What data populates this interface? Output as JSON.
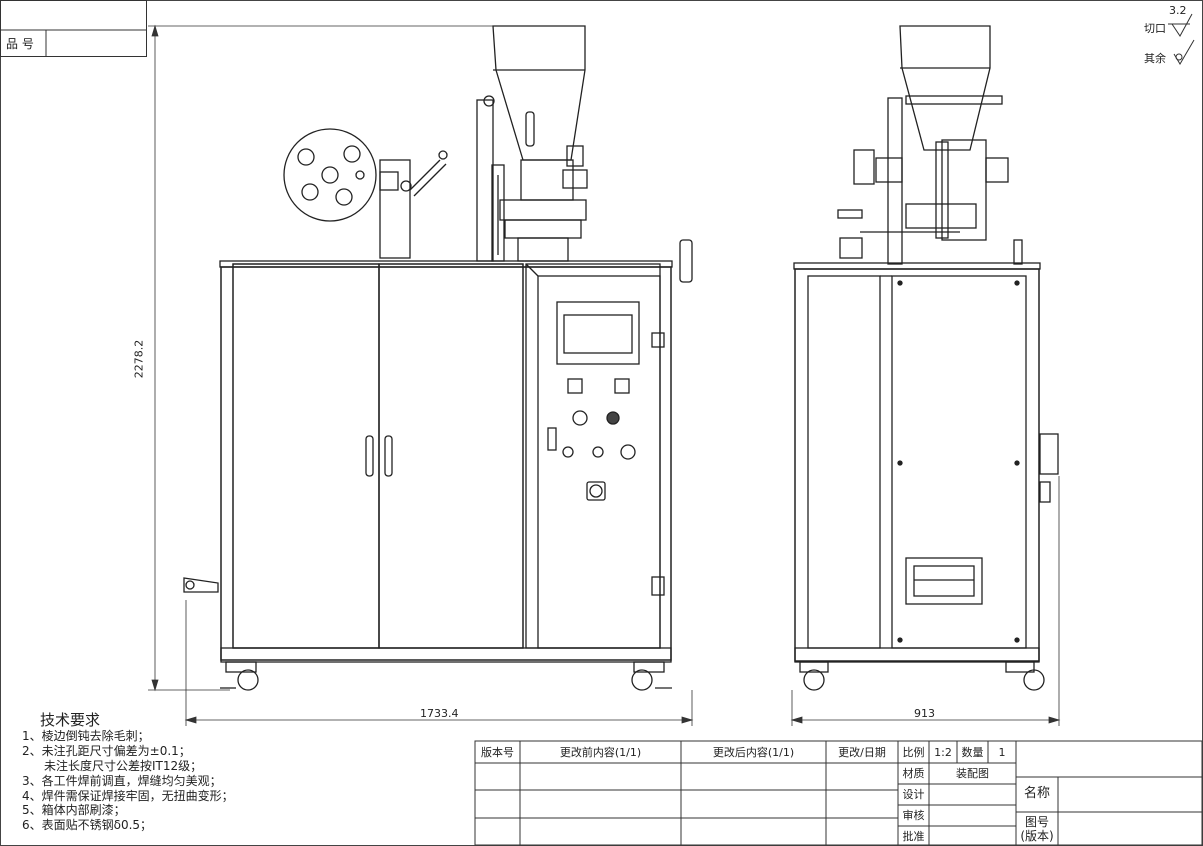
{
  "title_corner": {
    "label": "品 号"
  },
  "surface_finish": {
    "cut_label": "切口",
    "cut_value": "3.2",
    "other_label": "其余"
  },
  "dimensions": {
    "height": "2278.2",
    "width_front": "1733.4",
    "width_side": "913"
  },
  "tech_requirements": {
    "heading": "技术要求",
    "items": [
      "1、棱边倒钝去除毛刺；",
      "2、未注孔距尺寸偏差为±0.1；",
      "未注长度尺寸公差按IT12级；",
      "3、各工件焊前调直，焊缝均匀美观；",
      "4、焊件需保证焊接牢固，无扭曲变形；",
      "5、箱体内部刷漆；",
      "6、表面贴不锈钢δ0.5；"
    ]
  },
  "title_block": {
    "version_no": "版本号",
    "before_change": "更改前内容(1/1)",
    "after_change": "更改后内容(1/1)",
    "change_date": "更改/日期",
    "scale_label": "比例",
    "scale_value": "1:2",
    "qty_label": "数量",
    "qty_value": "1",
    "material_label": "材质",
    "material_value": "装配图",
    "design_label": "设计",
    "review_label": "审核",
    "approve_label": "批准",
    "name_label": "名称",
    "drawing_no_label": "图号",
    "drawing_no_sub": "(版本)"
  }
}
